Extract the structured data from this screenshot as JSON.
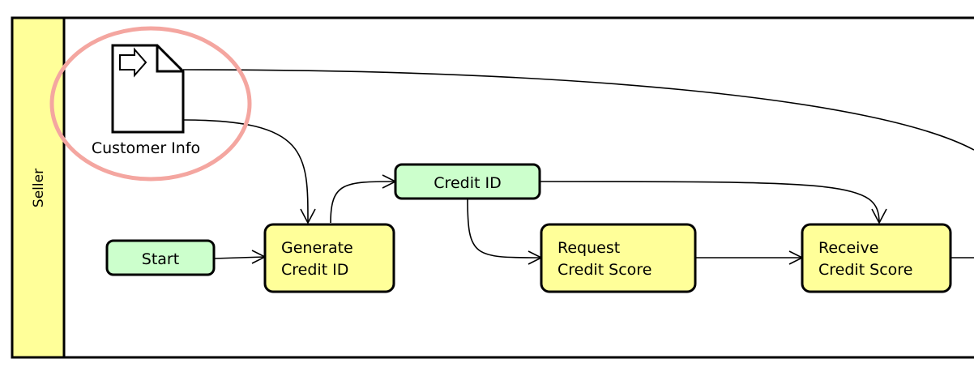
{
  "lane": {
    "label": "Seller"
  },
  "nodes": {
    "customer_info": "Customer Info",
    "start": "Start",
    "generate_line1": "Generate",
    "generate_line2": "Credit ID",
    "credit_id": "Credit ID",
    "request_line1": "Request",
    "request_line2": "Credit Score",
    "receive_line1": "Receive",
    "receive_line2": "Credit Score"
  },
  "colors": {
    "lane_header": "#ffff99",
    "action_fill": "#ffff99",
    "object_fill": "#ccffcc",
    "highlight_ring": "#f4a6a0"
  },
  "icons": {
    "document": "document-icon",
    "arrow": "right-arrow-icon"
  }
}
